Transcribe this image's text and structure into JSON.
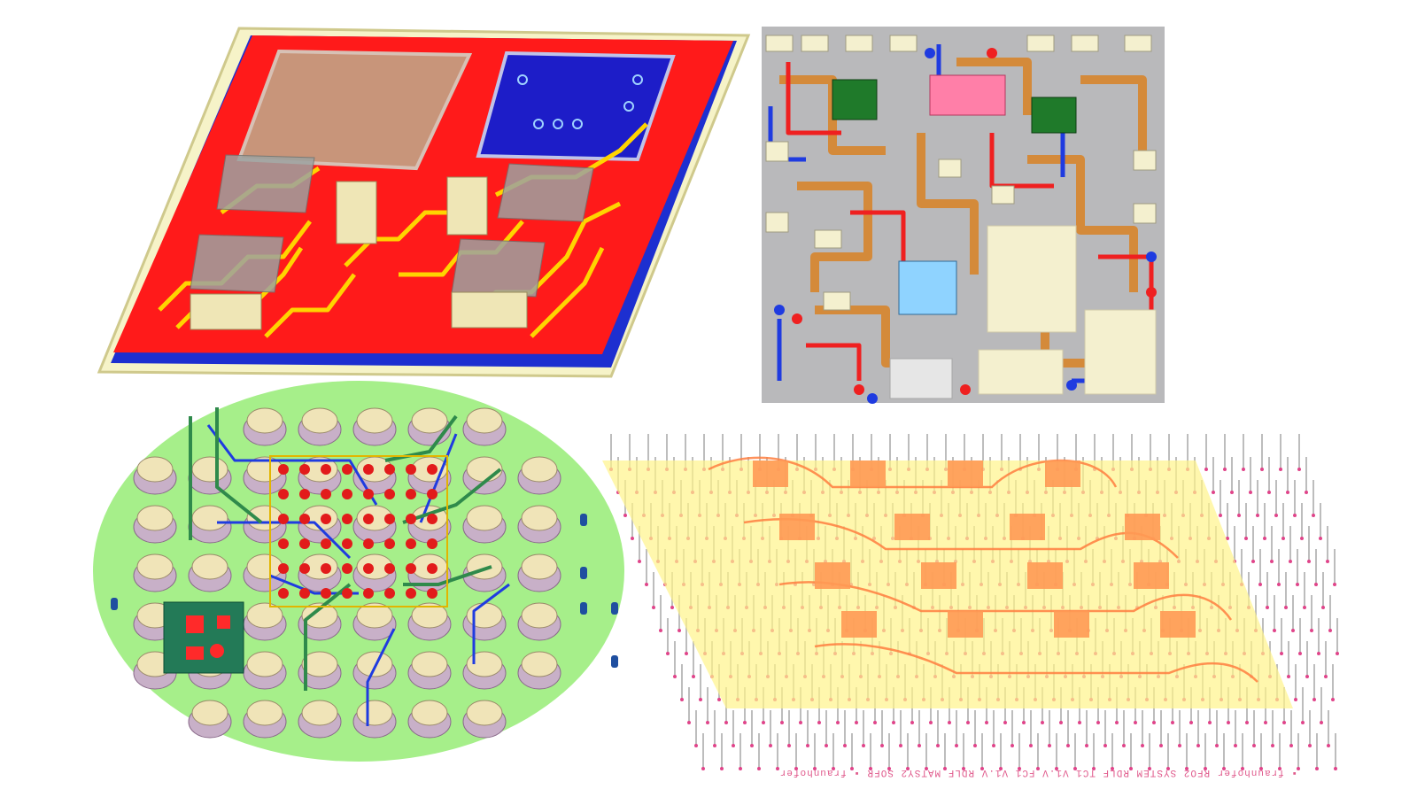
{
  "image": {
    "panels": [
      {
        "id": "top-left",
        "content": "3d-pcb-red-board"
      },
      {
        "id": "top-right",
        "content": "pcb-layout-top-view"
      },
      {
        "id": "bottom-left",
        "content": "bga-routing-closeup"
      },
      {
        "id": "bottom-right",
        "content": "translucent-interposer-pin-array"
      }
    ],
    "colors": {
      "board_red": "#ff1a1a",
      "trace_yellow": "#ffd400",
      "copper_trace": "#d48a3a",
      "substrate_gray": "#b9b9bb",
      "chip_green": "#1f7a2a",
      "chip_pink": "#ff7fa8",
      "chip_blue": "#2a2ad6",
      "sky_blue": "#8fd3ff",
      "ellipse_green": "#a6ef8a",
      "interposer_yellow": "#fff38a",
      "pad_orange": "#ff9a55",
      "pin_gray": "#bdbdbd",
      "pin_magenta": "#e0448a"
    },
    "footer_text": "▪ fraunhofer   RFO2 SYSTEM RDLF TC1 V1.V FC1 V1.V RDLF MATSY2 SOFR   ▪ fraunhofer"
  }
}
